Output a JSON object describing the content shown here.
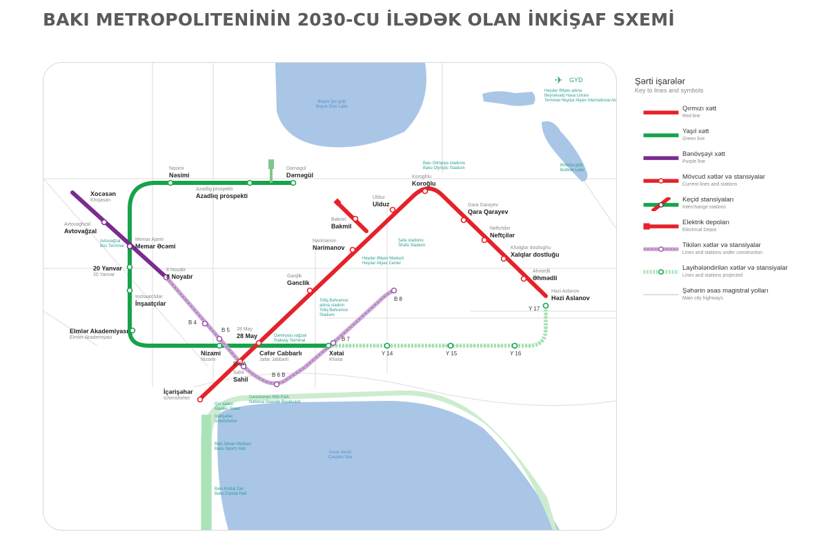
{
  "title": "BAKI METROPOLITENİNİN 2030-CU İLƏDƏK OLAN İNKİŞAF SXEMİ",
  "colors": {
    "red": "#e5222a",
    "green": "#16a34a",
    "purple": "#7b2c8e",
    "lightpurple": "#c9a6d3",
    "lightgreen": "#a9e3b7",
    "water": "#a9c6e6",
    "highway": "#dddddd",
    "park": "#cdeccf"
  },
  "legend": {
    "title": "Şərti işarələr",
    "subtitle": "Key to lines and symbols",
    "items": [
      {
        "label": "Qırmızı xətt",
        "sublabel": "Red line",
        "symbol": "red-line"
      },
      {
        "label": "Yaşıl xətt",
        "sublabel": "Green line",
        "symbol": "green-line"
      },
      {
        "label": "Bənövşəyi xətt",
        "sublabel": "Purple line",
        "symbol": "purple-line"
      },
      {
        "label": "Mövcud xətlər və stansiyalar",
        "sublabel": "Current lines and stations",
        "symbol": "current-station"
      },
      {
        "label": "Keçid stansiyaları",
        "sublabel": "Interchange stations",
        "symbol": "interchange"
      },
      {
        "label": "Elektrik depoları",
        "sublabel": "Electrical Depot",
        "symbol": "depot"
      },
      {
        "label": "Tikilən xətlər və stansiyalar",
        "sublabel": "Lines and stations under construction",
        "symbol": "construction"
      },
      {
        "label": "Layihələndirilən xətlər və stansiyalar",
        "sublabel": "Lines and stations projected",
        "symbol": "projected"
      },
      {
        "label": "Şəhərin əsas magistral yolları",
        "sublabel": "Main city highways",
        "symbol": "highway"
      }
    ]
  },
  "landmarks": {
    "boyuk_shor": [
      "Böyük Şor gölü",
      "Boyuk Shor Lake"
    ],
    "airport_code": "GYD",
    "airport": [
      "Heydər Əliyev adına",
      "Beynəlxalq Hava Limanı",
      "Terminal Heydar Aliyev International Airport"
    ],
    "bulbule": [
      "Bülbülə gölü",
      "Bulbule Lake"
    ],
    "olympic": [
      "Bakı Olimpiya stadionu",
      "Baku Olympic Stadium"
    ],
    "dalga": [
      "Şəfa stadionu",
      "Shafa Stadium"
    ],
    "aliyev_center": [
      "Heydər Əliyev Mərkəzi",
      "Heydar Aliyev Center"
    ],
    "tofiq": [
      "Tofiq Bəhramov",
      "adına stadion",
      "Tofiq Bahramov",
      "Stadium"
    ],
    "rail": [
      "Dəmiryolu vağzalı",
      "Railway Terminal"
    ],
    "bus": [
      "Avtovağzal",
      "Bus Terminal"
    ],
    "boulevard": [
      "Dənizkənarı Milli Park",
      "National Seaside Boulevard"
    ],
    "quba": [
      "Qız qalası",
      "Maiden Tower"
    ],
    "icheri": [
      "İçərişəhər",
      "Icherisheher"
    ],
    "sports_hall": [
      "Bakı İdman Mərkəzi",
      "Baku Sports Hall"
    ],
    "crystal": [
      "Bakı Kristal Zalı",
      "Baku Crystal Hall"
    ],
    "caspian": [
      "Xəzər dənizi",
      "Caspian Sea"
    ]
  },
  "stations": [
    {
      "name": "Xocəsən",
      "sub": "Khojasan"
    },
    {
      "name": "Avtovağzal",
      "sub": "Avtovaghzal"
    },
    {
      "name": "Memar Əcəmi",
      "sub": "Memar Ajami"
    },
    {
      "name": "20 Yanvar",
      "sub": "20 Yanvar"
    },
    {
      "name": "8 Noyabr",
      "sub": "8 Noyabr"
    },
    {
      "name": "İnşaatçılar",
      "sub": "Inshaatchilar"
    },
    {
      "name": "Elmlər Akademiyası",
      "sub": "Elmler Akademiyasi"
    },
    {
      "name": "Nizami",
      "sub": "Nizami"
    },
    {
      "name": "Nəsimi",
      "sub": "Nasimi"
    },
    {
      "name": "Azadlıq prospekti",
      "sub": "Azadlig prospekti"
    },
    {
      "name": "Dərnəgül",
      "sub": "Darnagul"
    },
    {
      "name": "Bakmil",
      "sub": "Bakmil"
    },
    {
      "name": "Ulduz",
      "sub": "Ulduz"
    },
    {
      "name": "Koroğlu",
      "sub": "Koroghlu"
    },
    {
      "name": "Qara Qarayev",
      "sub": "Gara Garayev"
    },
    {
      "name": "Neftçilər",
      "sub": "Neftchiler"
    },
    {
      "name": "Xalqlar dostluğu",
      "sub": "Khalglar dostlughu"
    },
    {
      "name": "Əhmədli",
      "sub": "Ahmedli"
    },
    {
      "name": "Həzi Aslanov",
      "sub": "Hazi Aslanov"
    },
    {
      "name": "Nərimanov",
      "sub": "Narimanov"
    },
    {
      "name": "Gənclik",
      "sub": "Ganjlik"
    },
    {
      "name": "28 May",
      "sub": "28 May"
    },
    {
      "name": "Cəfər Cabbarlı",
      "sub": "Jafar Jabbarli"
    },
    {
      "name": "Xətai",
      "sub": "Khatai"
    },
    {
      "name": "Sahil",
      "sub": "Sahil"
    },
    {
      "name": "İçərişəhər",
      "sub": "Icherisheher"
    }
  ],
  "projected_codes": [
    "B 4",
    "B 5",
    "B 6 A",
    "B 6 B",
    "B 7",
    "B 8",
    "Y 14",
    "Y 15",
    "Y 16",
    "Y 17"
  ]
}
